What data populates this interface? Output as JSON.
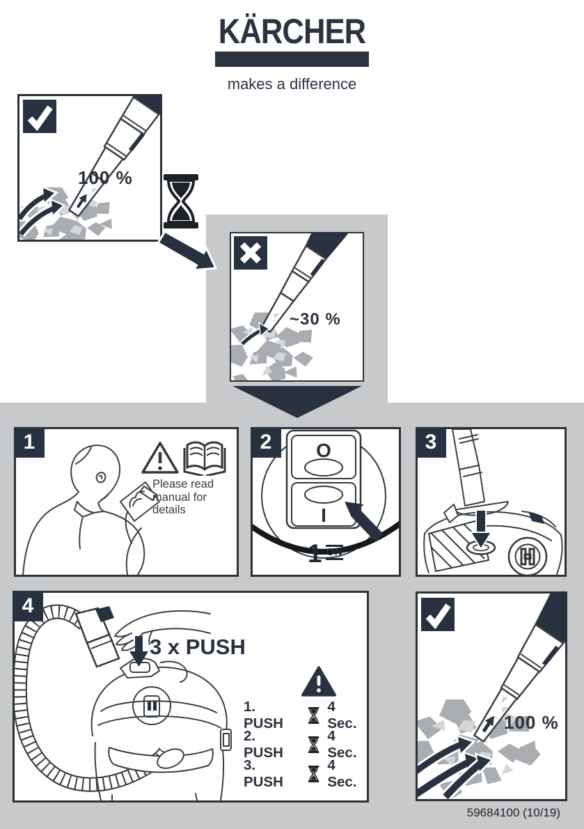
{
  "brand": {
    "name": "KÄRCHER",
    "tagline": "makes a difference"
  },
  "colors": {
    "brand_dark": "#283140",
    "background_gray": "#c8c9ca",
    "debris_gray": "#a9acb0",
    "debris_light": "#d4d6d8"
  },
  "before_panel": {
    "status_icon": "check-icon",
    "value": "100 %"
  },
  "wrong_panel": {
    "status_icon": "x-icon",
    "value": "~30 %"
  },
  "steps": [
    {
      "number": "1",
      "icons": [
        "warning-icon",
        "manual-book-icon"
      ],
      "text": "Please read manual for details"
    },
    {
      "number": "2",
      "switch_off": "O",
      "switch_on": "I",
      "count": "1",
      "on_label": "ON"
    },
    {
      "number": "3"
    },
    {
      "number": "4",
      "push_label": "3 x PUSH",
      "rows": [
        {
          "step": "1. PUSH",
          "icon": "hourglass-icon",
          "duration": "4 Sec."
        },
        {
          "step": "2. PUSH",
          "icon": "hourglass-icon",
          "duration": "4 Sec."
        },
        {
          "step": "3. PUSH",
          "icon": "hourglass-icon",
          "duration": "4 Sec."
        }
      ]
    }
  ],
  "result_panel": {
    "status_icon": "check-icon",
    "value": "100 %"
  },
  "footer": {
    "code": "59684100 (10/19)"
  }
}
